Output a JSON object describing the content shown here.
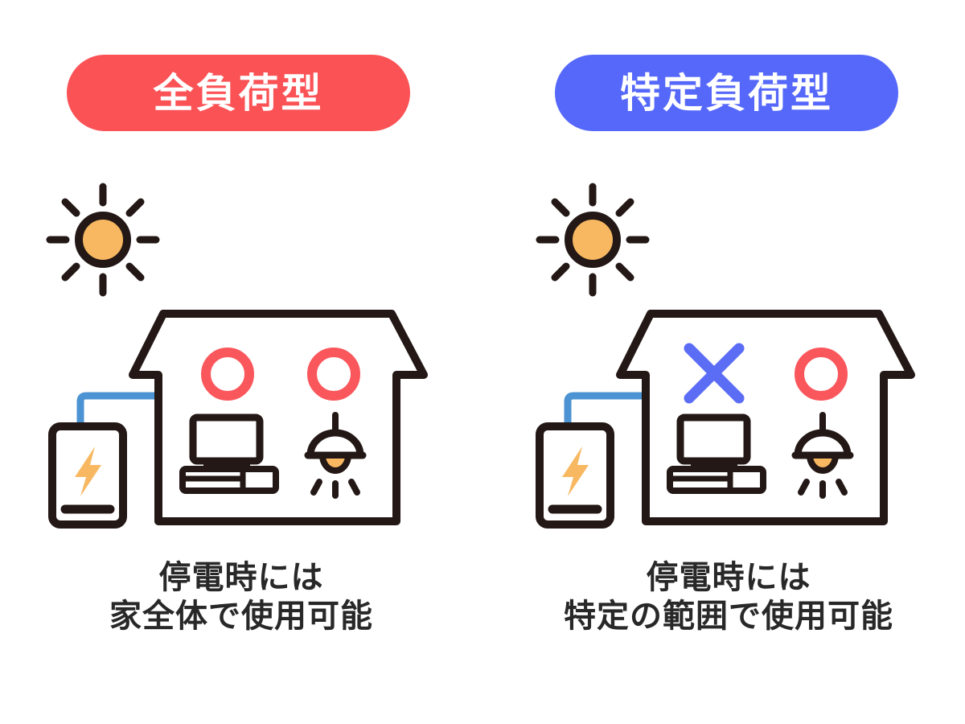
{
  "colors": {
    "badge-red": "#FB5256",
    "badge-blue": "#5568FA",
    "mark-ok-red": "#FA575C",
    "mark-ng-blue": "#5B6CF5",
    "wire-blue": "#4B93D2",
    "outline-dark": "#231815",
    "accent-orange": "#F8B862",
    "caption-text": "#282828",
    "background": "#FFFFFF"
  },
  "icons": {
    "sun-icon": "circle-with-eight-rays",
    "house-icon": "house-outline-with-eaves",
    "battery-icon": "rounded-rect-storage-battery",
    "lightning-bolt-icon": "orange-bolt",
    "power-cable": "blue-elbow-line-from-battery-to-house",
    "tv-icon": "monitor-on-cabinet",
    "pendant-lamp-icon": "dome-lamp-with-glowing-bulb",
    "circle-usable-mark": "red-ring",
    "cross-not-usable-mark": "blue-x"
  },
  "panels": [
    {
      "id": "full-load",
      "badge_label": "全負荷型",
      "caption": [
        "停電時には",
        "家全体で使用可能"
      ],
      "tv_outlet_mark": "circle-usable",
      "lamp_outlet_mark": "circle-usable"
    },
    {
      "id": "specific-load",
      "badge_label": "特定負荷型",
      "caption": [
        "停電時には",
        "特定の範囲で使用可能"
      ],
      "tv_outlet_mark": "cross-not-usable",
      "lamp_outlet_mark": "circle-usable"
    }
  ]
}
